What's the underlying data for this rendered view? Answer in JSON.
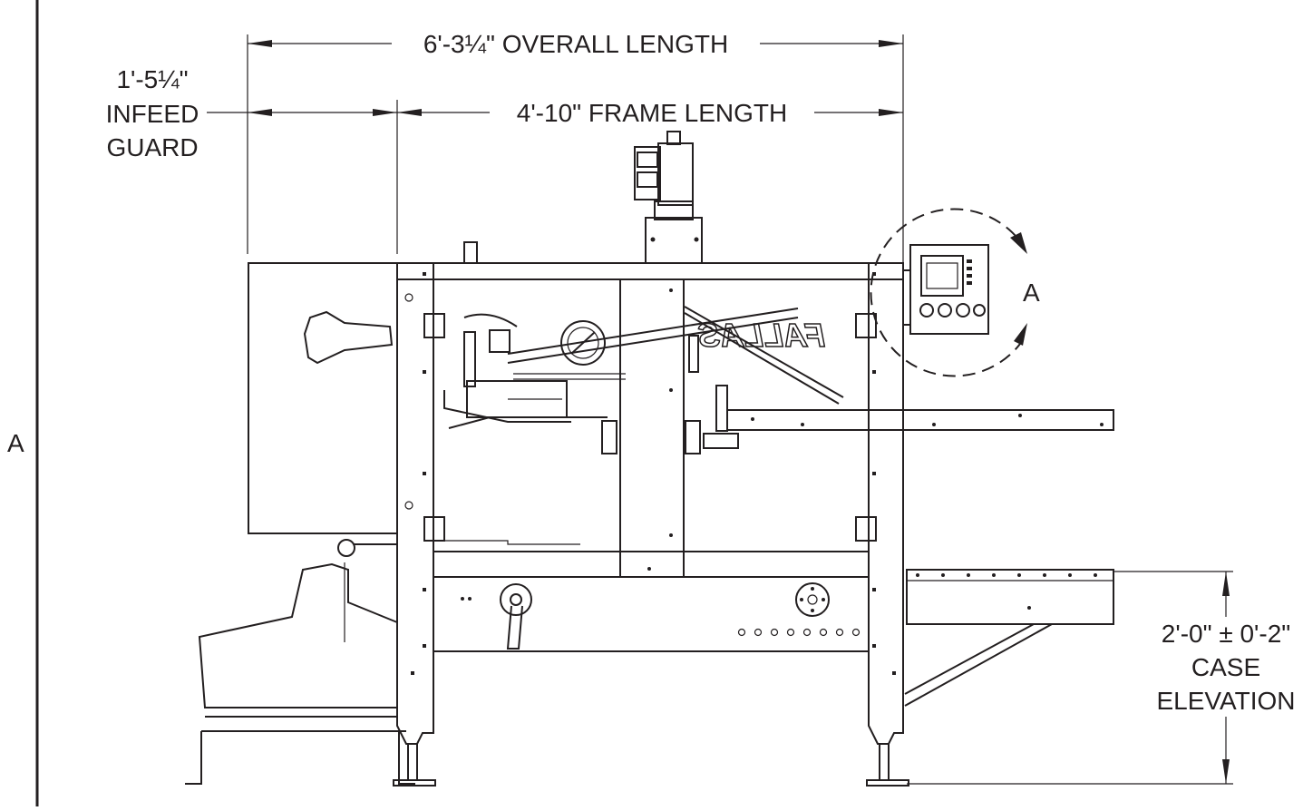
{
  "dimensions": {
    "overall_length": "6'-3¼\" OVERALL LENGTH",
    "frame_length": "4'-10\" FRAME LENGTH",
    "infeed_guard_value": "1'-5¼\"",
    "infeed_guard_line1": "INFEED",
    "infeed_guard_line2": "GUARD",
    "case_elevation_value": "2'-0\" ± 0'-2\"",
    "case_elevation_line1": "CASE",
    "case_elevation_line2": "ELEVATION"
  },
  "detail_callout": "A",
  "section_marker": "A",
  "brand_logo": "FALLAS",
  "colors": {
    "line": "#231f20",
    "background": "#ffffff"
  }
}
